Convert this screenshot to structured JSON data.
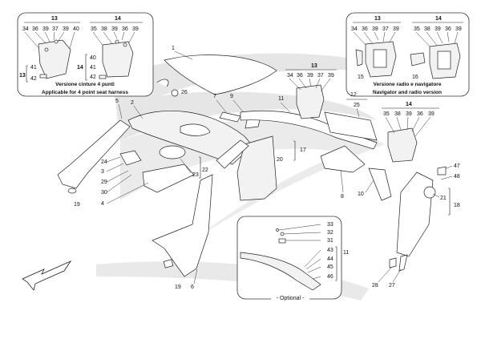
{
  "brand_colors": {
    "watermark": "#e6e6e6",
    "stroke": "#222222",
    "background": "#ffffff"
  },
  "inset_left": {
    "top_labels": [
      "13",
      "14"
    ],
    "row_13": [
      "34",
      "36",
      "39",
      "37",
      "39",
      "40"
    ],
    "row_14": [
      "35",
      "38",
      "39",
      "36",
      "39"
    ],
    "side_13": "13",
    "side_14": "14",
    "side_items_13": [
      "41",
      "42"
    ],
    "side_items_14": [
      "40",
      "41",
      "42"
    ],
    "caption_line1": "Versione cinture 4 punti",
    "caption_line2": "Applicable for 4 point seat harness"
  },
  "inset_right": {
    "top_labels": [
      "13",
      "14"
    ],
    "row_13": [
      "34",
      "36",
      "39",
      "37",
      "39"
    ],
    "row_14": [
      "35",
      "38",
      "39",
      "36",
      "39"
    ],
    "item_15": "15",
    "item_16": "16",
    "caption_line1": "Versione radio e navigatore",
    "caption_line2": "Navigator and radio version"
  },
  "mid_group_13": {
    "label": "13",
    "items": [
      "34",
      "36",
      "39",
      "37",
      "39"
    ]
  },
  "mid_group_14": {
    "label": "14",
    "items": [
      "35",
      "38",
      "39",
      "36",
      "39"
    ]
  },
  "optional_box": {
    "caption": "- Optional -",
    "items": [
      "33",
      "32",
      "31",
      "43",
      "44",
      "45",
      "46"
    ],
    "group": "11"
  },
  "callouts": {
    "c1": "1",
    "c2": "2",
    "c3": "3",
    "c4": "4",
    "c5": "5",
    "c6": "6",
    "c7": "7",
    "c8": "8",
    "c9": "9",
    "c10": "10",
    "c11": "11",
    "c12": "12",
    "c17": "17",
    "c18": "18",
    "c19a": "19",
    "c19b": "19",
    "c20": "20",
    "c21": "21",
    "c22": "22",
    "c23": "23",
    "c24": "24",
    "c25": "25",
    "c26": "26",
    "c27": "27",
    "c28": "28",
    "c29": "29",
    "c30": "30",
    "c47": "47",
    "c48": "48"
  }
}
